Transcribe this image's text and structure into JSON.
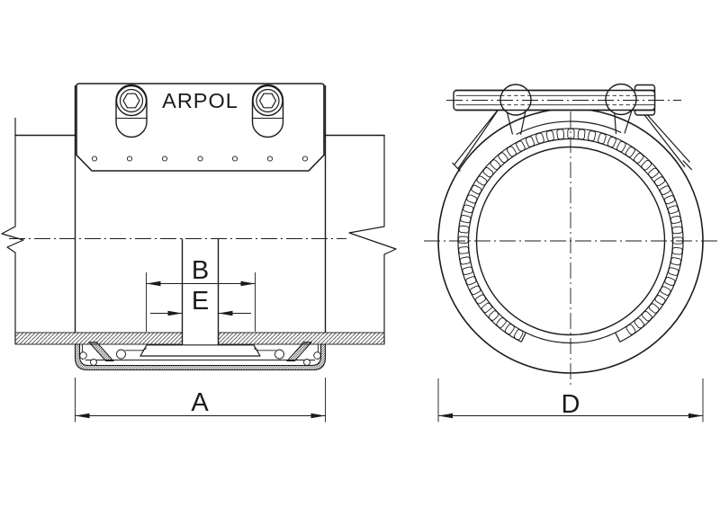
{
  "page": {
    "background_color": "#ffffff",
    "line_color": "#1b1b1b"
  },
  "side_view": {
    "brand_label": "ARPOL",
    "dimensions": {
      "overall_width_label": "A",
      "gasket_stop_width_label": "B",
      "pipe_gap_label": "E"
    }
  },
  "end_view": {
    "dimensions": {
      "outer_diameter_label": "D"
    }
  }
}
